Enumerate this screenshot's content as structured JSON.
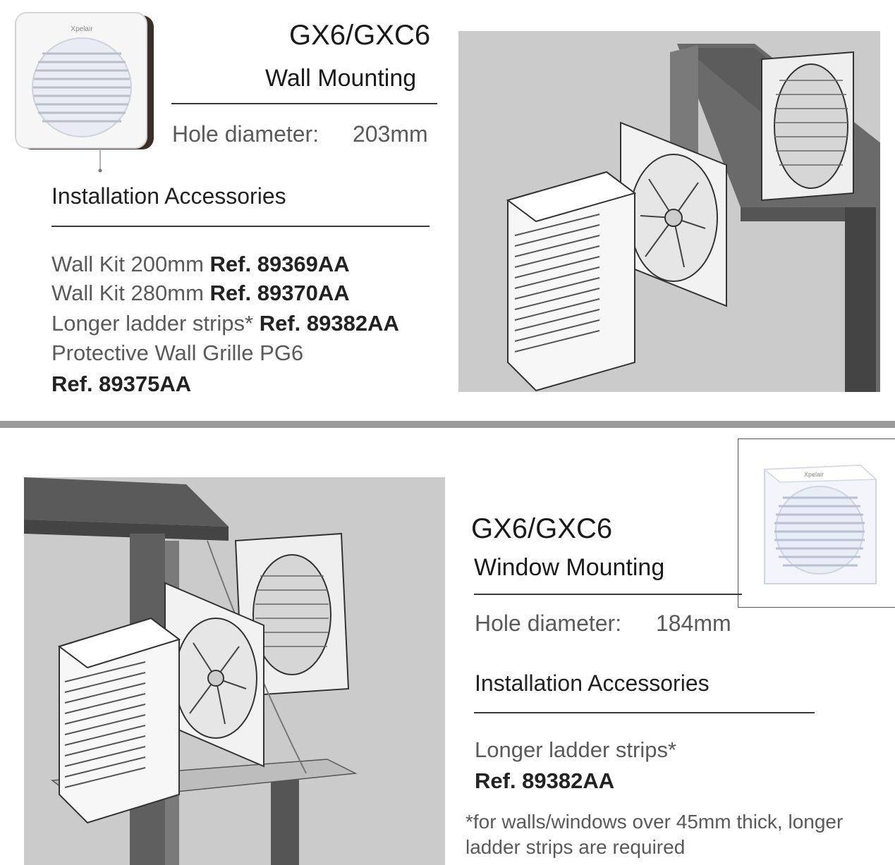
{
  "colors": {
    "divider": "#9a9a9a",
    "illustration_bg": "#c9c9c9",
    "wall_dark": "#5b5b5b",
    "fan_white": "#f4f4f4",
    "text_dark": "#1c1c1c",
    "text_light": "#5a5a5a"
  },
  "wall": {
    "model": "GX6/GXC6",
    "mounting": "Wall Mounting",
    "hole_label": "Hole diameter:",
    "hole_value": "203mm",
    "accessories_heading": "Installation Accessories",
    "items": [
      {
        "text": "Wall Kit 200mm",
        "ref": "Ref. 89369AA"
      },
      {
        "text": "Wall Kit 280mm",
        "ref": "Ref. 89370AA"
      },
      {
        "text": "Longer ladder strips*",
        "ref": "Ref. 89382AA"
      },
      {
        "text": "Protective Wall Grille PG6",
        "ref": "Ref. 89375AA"
      }
    ],
    "product_brand": "Xpelair"
  },
  "window": {
    "model": "GX6/GXC6",
    "mounting": "Window Mounting",
    "hole_label": "Hole diameter:",
    "hole_value": "184mm",
    "accessories_heading": "Installation Accessories",
    "item_text": "Longer ladder strips*",
    "item_ref": "Ref. 89382AA",
    "footnote_line1": "*for walls/windows over 45mm thick, longer",
    "footnote_line2": "ladder strips are required",
    "product_brand": "Xpelair"
  },
  "icons": {
    "wall_product_photo": "extractor-fan-wall-photo",
    "wall_diagram": "wall-mounting-diagram",
    "window_product_photo": "extractor-fan-window-photo",
    "window_diagram": "window-mounting-diagram"
  }
}
